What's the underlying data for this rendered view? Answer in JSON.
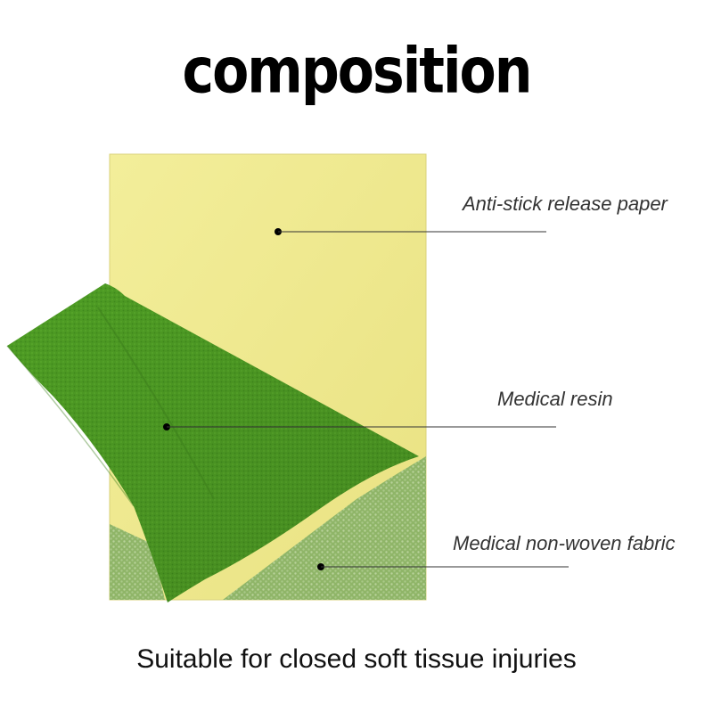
{
  "title": "composition",
  "caption": "Suitable for closed soft tissue injuries",
  "layers": [
    {
      "label": "Anti-stick release paper",
      "color": "#f0eb8e"
    },
    {
      "label": "Medical resin",
      "color": "#4c9a22"
    },
    {
      "label": "Medical non-woven fabric",
      "color": "#93b86a"
    }
  ]
}
